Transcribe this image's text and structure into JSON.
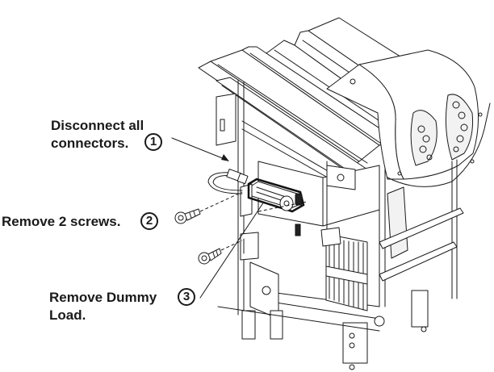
{
  "figure": {
    "title": "Dummy Load removal",
    "steps": [
      {
        "number": "1",
        "line1": "Disconnect all",
        "line2": "connectors.",
        "target": "connectors"
      },
      {
        "number": "2",
        "line1": "Remove 2 screws.",
        "line2": "",
        "target": "screws"
      },
      {
        "number": "3",
        "line1": "Remove Dummy",
        "line2": "Load.",
        "target": "dummy-load"
      }
    ]
  },
  "colors": {
    "ink": "#1a1a1a",
    "background": "#ffffff"
  }
}
